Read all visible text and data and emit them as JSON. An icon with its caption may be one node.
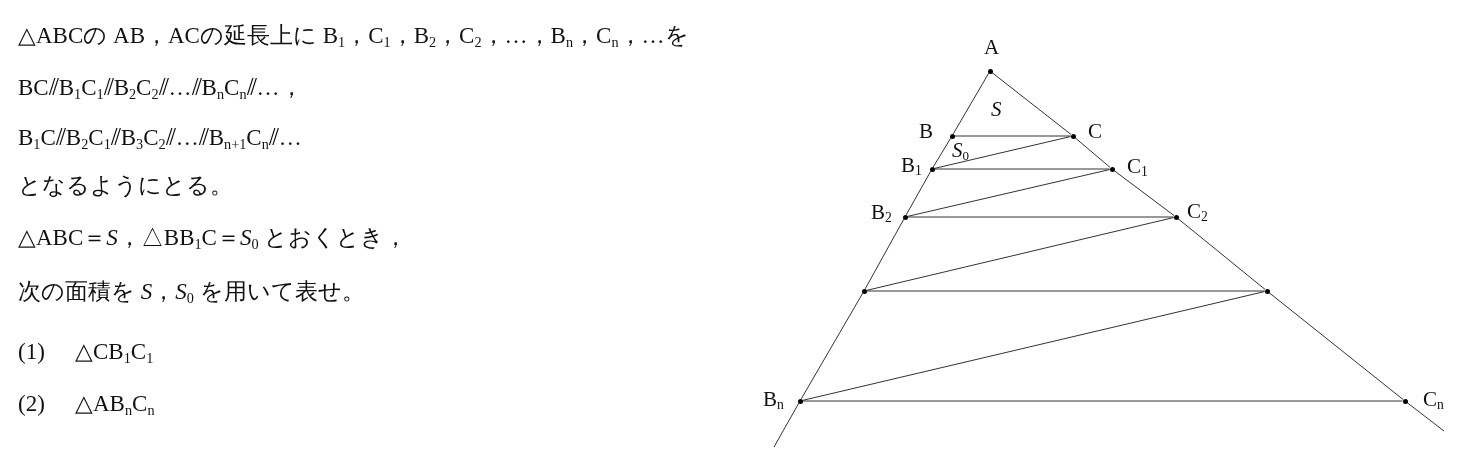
{
  "diagram": {
    "nodes": [
      {
        "text": [],
        "shape": "circle",
        "beside": [
          "A"
        ]
      },
      {
        "text": [],
        "shape": "circle",
        "beside": [
          "B"
        ]
      },
      {
        "text": [],
        "shape": "circle",
        "beside": [
          "C"
        ]
      },
      {
        "text": [],
        "shape": "circle",
        "beside": [
          "B$_{1}$"
        ]
      },
      {
        "text": [],
        "shape": "circle",
        "beside": [
          "C$_{1}$"
        ]
      },
      {
        "text": [],
        "shape": "circle",
        "beside": [
          "B$_{2}$"
        ]
      },
      {
        "text": [],
        "shape": "circle",
        "beside": [
          "C$_{2}$"
        ]
      },
      {
        "text": [],
        "shape": "circle"
      },
      {
        "text": [],
        "shape": "circle"
      },
      {
        "text": [],
        "shape": "circle",
        "beside": [
          "B$_{n}$"
        ]
      },
      {
        "text": [],
        "shape": "circle",
        "beside": [
          "C$_{n}$"
        ]
      }
    ],
    "edges": [
      {
        "from": 0,
        "to": 1,
        "arrow": "none"
      },
      {
        "from": 1,
        "to": 3,
        "arrow": "none"
      },
      {
        "from": 3,
        "to": 5,
        "arrow": "none"
      },
      {
        "from": 5,
        "to": 7,
        "arrow": "none"
      },
      {
        "from": 7,
        "to": 9,
        "arrow": "none"
      },
      {
        "from": 9,
        "to": null,
        "arrow": "none"
      },
      {
        "from": 0,
        "to": 2,
        "arrow": "none"
      },
      {
        "from": 2,
        "to": 4,
        "arrow": "none"
      },
      {
        "from": 4,
        "to": 6,
        "arrow": "none"
      },
      {
        "from": 6,
        "to": 8,
        "arrow": "none"
      },
      {
        "from": 8,
        "to": 10,
        "arrow": "none"
      },
      {
        "from": 10,
        "to": null,
        "arrow": "none"
      },
      {
        "from": 1,
        "to": 2,
        "arrow": "none"
      },
      {
        "from": 3,
        "to": 4,
        "arrow": "none"
      },
      {
        "from": 5,
        "to": 6,
        "arrow": "none"
      },
      {
        "from": 7,
        "to": 8,
        "arrow": "none"
      },
      {
        "from": 9,
        "to": 10,
        "arrow": "none"
      },
      {
        "from": 2,
        "to": 3,
        "arrow": "none"
      },
      {
        "from": 4,
        "to": 5,
        "arrow": "none"
      },
      {
        "from": 6,
        "to": 7,
        "arrow": "none"
      },
      {
        "from": 8,
        "to": 9,
        "arrow": "none"
      }
    ],
    "labels": [
      "△ABCの AB，ACの延長上に B$_{1}$，C$_{1}$，B$_{2}$，C$_{2}$，…，B$_{n}$，C$_{n}$，…を",
      "BC⫽B$_{1}$C$_{1}$⫽B$_{2}$C$_{2}$⫽…⫽B$_{n}$C$_{n}$⫽…，",
      "B$_{1}$C⫽B$_{2}$C$_{1}$⫽B$_{3}$C$_{2}$⫽…⫽B$_{n+1}$C$_{n}$⫽…",
      "となるようにとる。",
      "△ABC＝*S*，△BB$_{1}$C＝*S*$_{0}$ とおくとき，",
      "次の面積を *S*，*S*$_{0}$ を用いて表せ。",
      "(1)",
      "△CB$_{1}$C$_{1}$",
      "(2)",
      "△AB$_{n}$C$_{n}$",
      "S",
      "*S*$_{0}$"
    ]
  }
}
